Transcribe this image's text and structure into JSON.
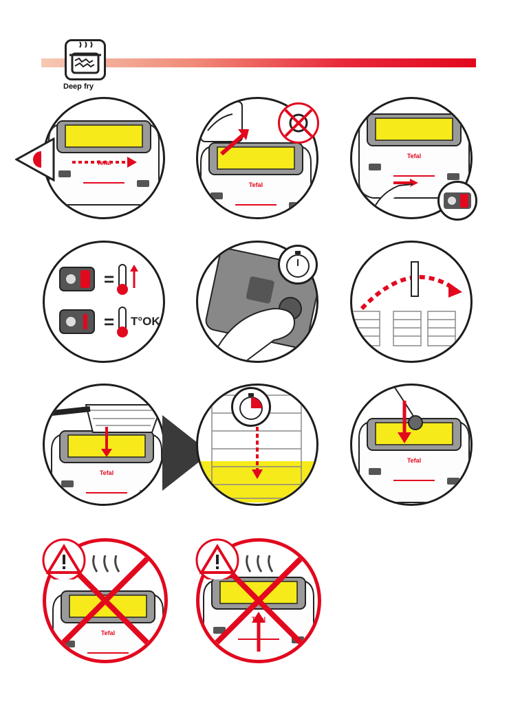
{
  "header": {
    "mode_label": "Deep fry",
    "bar_colors": [
      "#f6c9b3",
      "#e2081e"
    ]
  },
  "colors": {
    "oil": "#f6ea1a",
    "accent_red": "#e2081e",
    "outline": "#1d1d1d",
    "appliance_grey": "#8a8a8a"
  },
  "steps": [
    {
      "id": 1,
      "icon": "eye-icon"
    },
    {
      "id": 2,
      "icon": "power-plug-icon"
    },
    {
      "id": 3,
      "icon": "switch-on-icon"
    },
    {
      "id": 4,
      "icon": "thermometer-icon",
      "ok_text": "T°OK"
    },
    {
      "id": 5,
      "icon": "timer-button-icon"
    },
    {
      "id": 6,
      "icon": "basket-handle-icon"
    },
    {
      "id": 7,
      "icon": "basket-lower-icon"
    },
    {
      "id": 8,
      "icon": "basket-immerse-icon"
    },
    {
      "id": 9,
      "icon": "lid-close-icon"
    },
    {
      "id": 10,
      "icon": "warning-no-touch-icon"
    },
    {
      "id": 11,
      "icon": "warning-no-lift-icon"
    }
  ],
  "brand": "Tefal"
}
